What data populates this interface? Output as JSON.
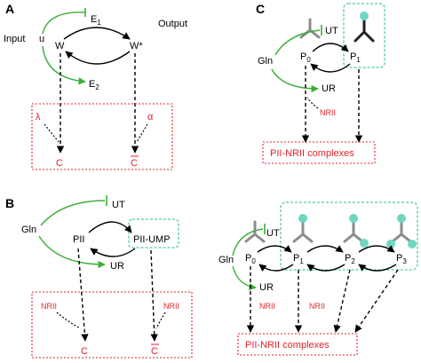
{
  "panelA": {
    "label": "A",
    "input": "Input",
    "output": "Output",
    "u": "u",
    "e1": "E",
    "e1_sub": "1",
    "w": "W",
    "wstar": "W*",
    "e2": "E",
    "e2_sub": "2",
    "lambda": "λ",
    "alpha": "α",
    "c": "C",
    "cbar": "C"
  },
  "panelB": {
    "label": "B",
    "gln": "Gln",
    "ut": "UT",
    "pii": "PII",
    "pii_ump": "PII-UMP",
    "ur": "UR",
    "nrii_left": "NRII",
    "nrii_right": "NRII",
    "c": "C",
    "cbar": "C"
  },
  "panelC": {
    "label": "C",
    "gln": "Gln",
    "ut": "UT",
    "p0": "P",
    "p0_sub": "0",
    "p1": "P",
    "p1_sub": "1",
    "ur": "UR",
    "nrii": "NRII",
    "complexes": "PII-NRII complexes"
  },
  "panelD": {
    "gln": "Gln",
    "ut": "UT",
    "p0": "P",
    "p0_sub": "0",
    "p1": "P",
    "p1_sub": "1",
    "p2": "P",
    "p2_sub": "2",
    "p3": "P",
    "p3_sub": "3",
    "ur": "UR",
    "nrii_1": "NRII",
    "nrii_2": "NRII",
    "complexes": "PII-NRII complexes"
  },
  "colors": {
    "green": "#3cae3a",
    "red": "#e0242c",
    "teal": "#53c7b4",
    "grey_trimer": "#8c8c8c",
    "dark_trimer": "#222222"
  }
}
